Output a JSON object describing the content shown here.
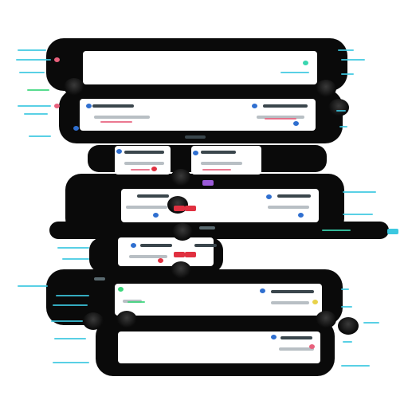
{
  "palette": {
    "frame": "#0a0a0a",
    "card": "#ffffff",
    "accent_cyan": "#3cc8e0",
    "accent_blue": "#2f6fd0",
    "accent_red": "#e03040",
    "accent_pink": "#e8607c",
    "accent_green": "#3ad67a",
    "accent_yellow": "#e8d24a",
    "accent_purple": "#9a5ad8"
  },
  "diagram": {
    "kind": "flow-panels",
    "panels": 7,
    "connectors": "node",
    "labels_legible": false
  }
}
